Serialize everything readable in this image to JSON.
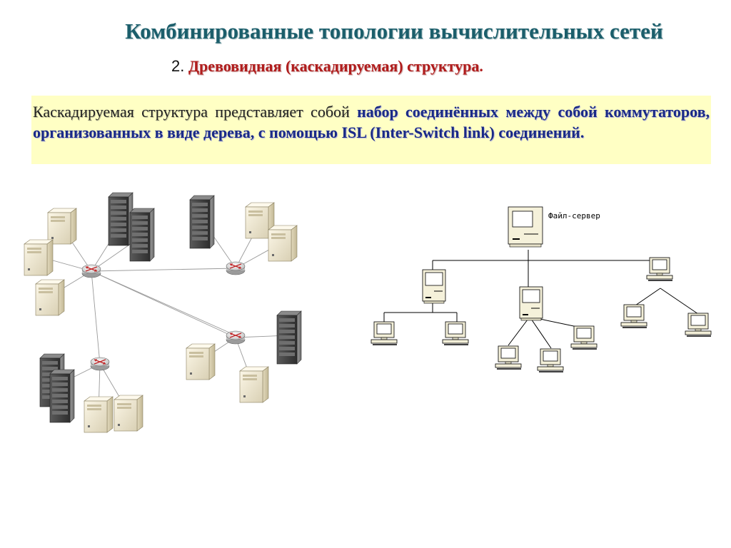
{
  "slide": {
    "title": "Комбинированные топологии вычислительных сетей",
    "subtitle": {
      "number": "2.",
      "text": "Древовидная (каскадируемая) структура",
      "dot": "."
    },
    "description": {
      "plain": "Каскадируемая структура представляет собой ",
      "highlight": "набор соединённых между собой коммутаторов, организованных в виде дерева, с помощью ISL (Inter-Switch link) соединений."
    }
  },
  "tree_diagram": {
    "root_label": "Файл-сервер"
  },
  "colors": {
    "title": "#1b5e6b",
    "subtitle": "#b01c1c",
    "highlight": "#1a2a86",
    "box_background": "#ffffc4"
  }
}
